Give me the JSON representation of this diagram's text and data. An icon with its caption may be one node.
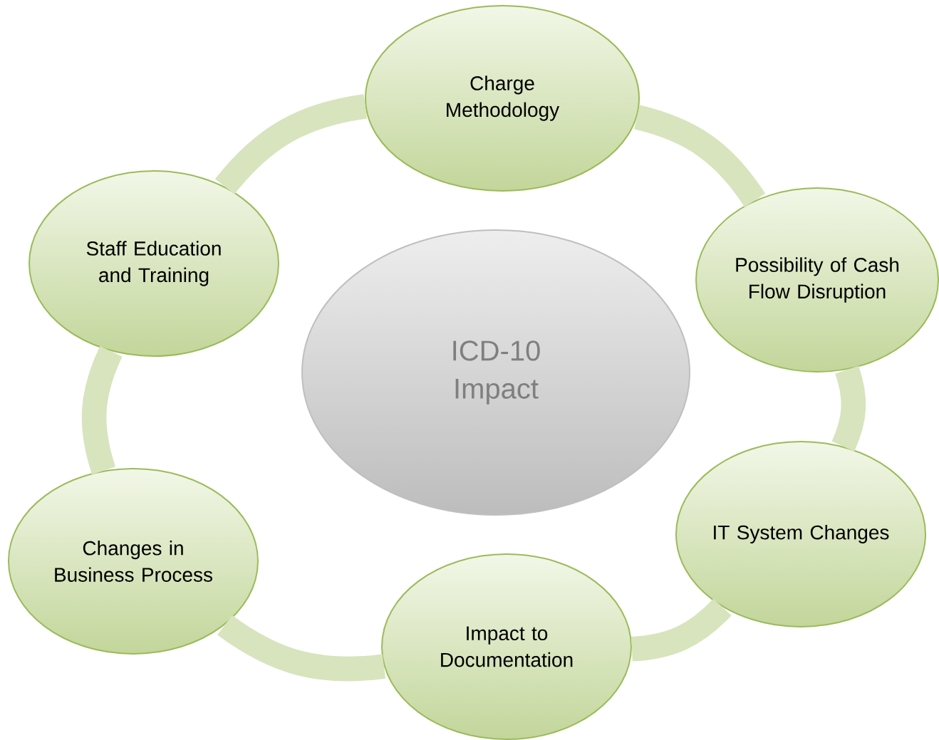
{
  "diagram": {
    "nodes": [
      {
        "text": [
          "ICD-10 Impact"
        ]
      },
      {
        "text": [
          "Charge Methodology"
        ]
      },
      {
        "text": [
          "Possibility of Cash Flow Disruption"
        ]
      },
      {
        "text": [
          "IT System Changes"
        ]
      },
      {
        "text": [
          "Impact to Documentation"
        ]
      },
      {
        "text": [
          "Changes in Business Process"
        ]
      },
      {
        "text": [
          "Staff Education and Training"
        ]
      }
    ],
    "edges": [
      {
        "from": 1,
        "to": 2,
        "arrow": "none"
      },
      {
        "from": 2,
        "to": 3,
        "arrow": "none"
      },
      {
        "from": 3,
        "to": 4,
        "arrow": "none"
      },
      {
        "from": 4,
        "to": 5,
        "arrow": "none"
      },
      {
        "from": 5,
        "to": 6,
        "arrow": "none"
      },
      {
        "from": 6,
        "to": 1,
        "arrow": "none"
      }
    ]
  }
}
